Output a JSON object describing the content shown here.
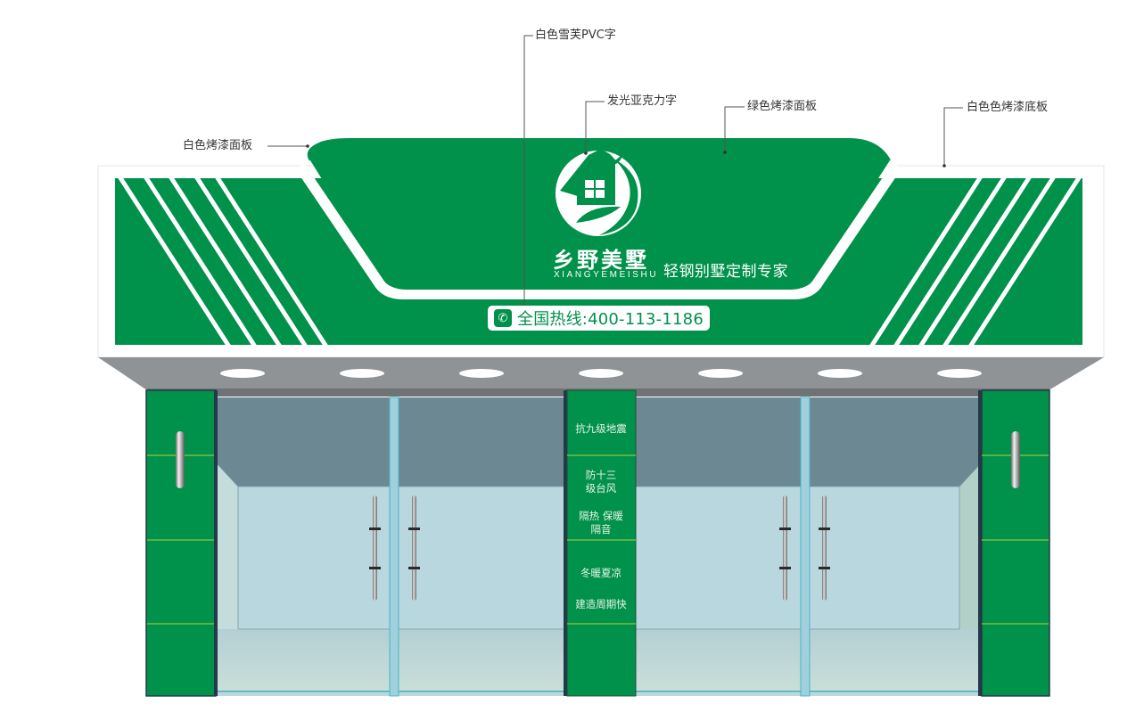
{
  "callouts": [
    {
      "id": "white-snow-pvc",
      "label": "白色雪芙PVC字"
    },
    {
      "id": "luminous-acrylic",
      "label": "发光亚克力字"
    },
    {
      "id": "green-paint-panel",
      "label": "绿色烤漆面板"
    },
    {
      "id": "white-paint-base",
      "label": "白色色烤漆底板"
    },
    {
      "id": "white-paint-panel",
      "label": "白色烤漆面板"
    }
  ],
  "sign": {
    "brand_name_cn": "乡野美墅",
    "brand_name_en": "XIANGYEMEISHU",
    "slogan": "轻钢别墅定制专家",
    "hotline_label": "全国热线:400-113-1186",
    "phone_icon": "phone-icon",
    "logo_icon": "house-leaf-logo-icon"
  },
  "pillar_features": [
    {
      "text": "抗九级地震"
    },
    {
      "text": "防十三\n级台风"
    },
    {
      "text": "隔热 保暖\n隔音"
    },
    {
      "text": "冬暖夏凉"
    },
    {
      "text": "建造周期快"
    }
  ],
  "colors": {
    "brand_green": "#00914a",
    "white": "#ffffff",
    "canopy_gray": "#8f9396",
    "glass_top": "#6c8993",
    "glass": "#b9d7de",
    "frame_dark": "#24384a",
    "seam_yellow": "#b5d43f"
  },
  "spotlights_count": 7
}
